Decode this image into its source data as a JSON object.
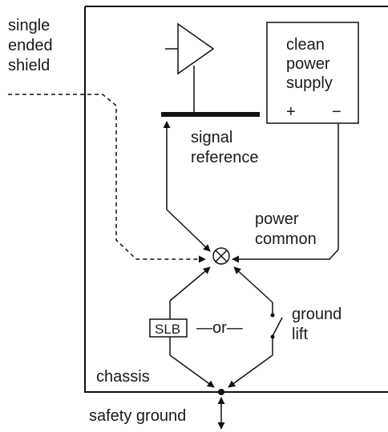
{
  "labels": {
    "shield_line1": "single",
    "shield_line2": "ended",
    "shield_line3": "shield",
    "psu_line1": "clean",
    "psu_line2": "power",
    "psu_line3": "supply",
    "psu_plus": "+",
    "psu_minus": "−",
    "signal_line1": "signal",
    "signal_line2": "reference",
    "power_line1": "power",
    "power_line2": "common",
    "ground_lift_line1": "ground",
    "ground_lift_line2": "lift",
    "slb": "SLB",
    "or": "—or—",
    "chassis": "chassis",
    "safety_ground": "safety ground"
  }
}
